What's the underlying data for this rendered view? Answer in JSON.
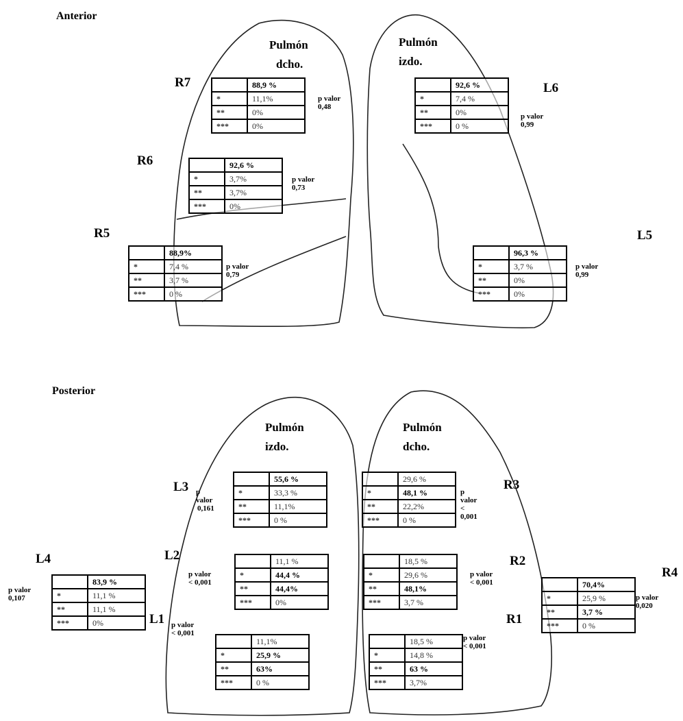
{
  "sections": {
    "anterior": "Anterior",
    "posterior": "Posterior"
  },
  "lungs": {
    "anterior_right": [
      "Pulmón",
      "dcho."
    ],
    "anterior_left": [
      "Pulmón",
      "izdo."
    ],
    "posterior_left": [
      "Pulmón",
      "izdo."
    ],
    "posterior_right": [
      "Pulmón",
      "dcho."
    ]
  },
  "grade_symbols": [
    "",
    "*",
    "**",
    "***"
  ],
  "regions": {
    "R7": {
      "label": "R7",
      "p": [
        "p valor",
        "0,48"
      ],
      "values": [
        "88,9 %",
        "11,1%",
        "0%",
        "0%"
      ],
      "bold": [
        0
      ]
    },
    "R6": {
      "label": "R6",
      "p": [
        "p valor",
        "0,73"
      ],
      "values": [
        "92,6 %",
        "3,7%",
        "3,7%",
        "0%"
      ],
      "bold": [
        0
      ]
    },
    "R5": {
      "label": "R5",
      "p": [
        "p valor",
        "0,79"
      ],
      "values": [
        "88,9%",
        "7,4 %",
        "3,7 %",
        "0 %"
      ],
      "bold": [
        0
      ]
    },
    "L6": {
      "label": "L6",
      "p": [
        "p valor",
        "0,99"
      ],
      "values": [
        "92,6 %",
        "7,4 %",
        "0%",
        "0 %"
      ],
      "bold": [
        0
      ]
    },
    "L5": {
      "label": "L5",
      "p": [
        "p valor",
        "0,99"
      ],
      "values": [
        "96,3 %",
        "3,7 %",
        "0%",
        "0%"
      ],
      "bold": [
        0
      ]
    },
    "L3": {
      "label": "L3",
      "p": [
        "p",
        "valor",
        "0,161"
      ],
      "values": [
        "55,6 %",
        "33,3 %",
        "11,1%",
        "0 %"
      ],
      "bold": [
        0
      ]
    },
    "L2": {
      "label": "L2",
      "p": [
        "p valor",
        "< 0,001"
      ],
      "values": [
        "11,1 %",
        "44,4 %",
        "44,4%",
        "0%"
      ],
      "bold": [
        1,
        2
      ]
    },
    "L1": {
      "label": "L1",
      "p": [
        "p valor",
        "< 0,001"
      ],
      "values": [
        "11,1%",
        "25,9 %",
        "63%",
        "0 %"
      ],
      "bold": [
        1,
        2
      ]
    },
    "L4": {
      "label": "L4",
      "p": [
        "p valor",
        "0,107"
      ],
      "values": [
        "83,9 %",
        "11,1 %",
        "11,1 %",
        "0%"
      ],
      "bold": [
        0
      ]
    },
    "R3": {
      "label": "R3",
      "p": [
        "p",
        "valor",
        "<",
        "0,001"
      ],
      "values": [
        "29,6 %",
        "48,1 %",
        "22,2%",
        "0 %"
      ],
      "bold": [
        1
      ]
    },
    "R2": {
      "label": "R2",
      "p": [
        "p valor",
        "< 0,001"
      ],
      "values": [
        "18,5 %",
        "29,6 %",
        "48,1%",
        "3,7 %"
      ],
      "bold": [
        2
      ]
    },
    "R1": {
      "label": "R1",
      "p": [
        "p valor",
        "< 0,001"
      ],
      "values": [
        "18,5 %",
        "14,8 %",
        "63 %",
        "3,7%"
      ],
      "bold": [
        2
      ]
    },
    "R4": {
      "label": "R4",
      "p": [
        "p valor",
        "0,020"
      ],
      "values": [
        "70,4%",
        "25,9 %",
        "3,7 %",
        "0 %"
      ],
      "bold": [
        0,
        2
      ]
    }
  }
}
